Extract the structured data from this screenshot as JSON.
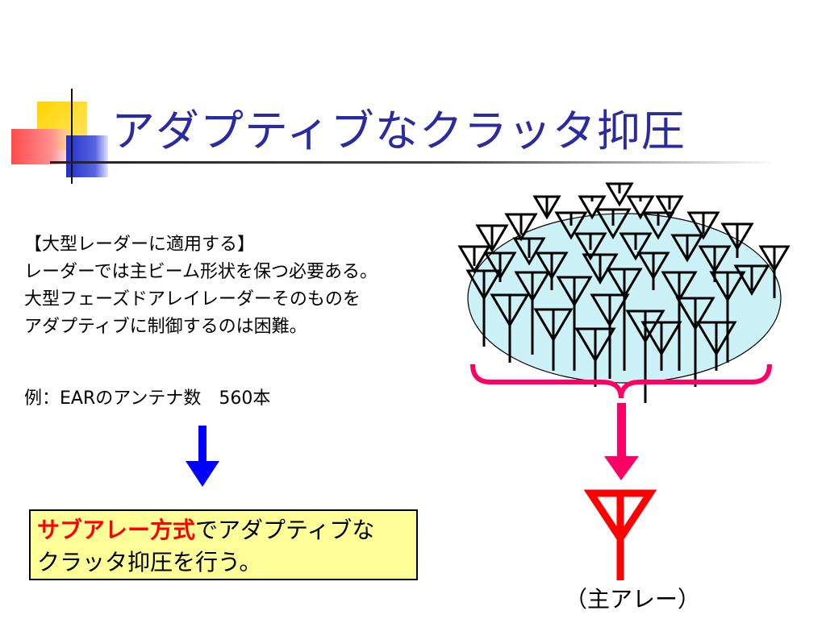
{
  "slide": {
    "title": "アダプティブなクラッタ抑圧"
  },
  "content": {
    "lines": [
      "【大型レーダーに適用する】",
      "レーダーでは主ビーム形状を保つ必要ある。",
      "大型フェーズドアレイレーダーそのものを",
      "アダプティブに制御するのは困難。"
    ],
    "example": "例：EARのアンテナ数　560本"
  },
  "highlight_box": {
    "emphasis": "サブアレー方式",
    "rest_line1": "でアダプティブな",
    "line2": "クラッタ抑圧を行う。"
  },
  "diagram": {
    "caption": "（主アレー）"
  },
  "colors": {
    "title": "#2b2ba0",
    "arrow": "#0000ff",
    "box_fill": "#ffff99",
    "emphasis": "#ff0000",
    "array_fill": "#ccf2f7",
    "feed": "#ff0066",
    "main_antenna": "#ff0000"
  }
}
